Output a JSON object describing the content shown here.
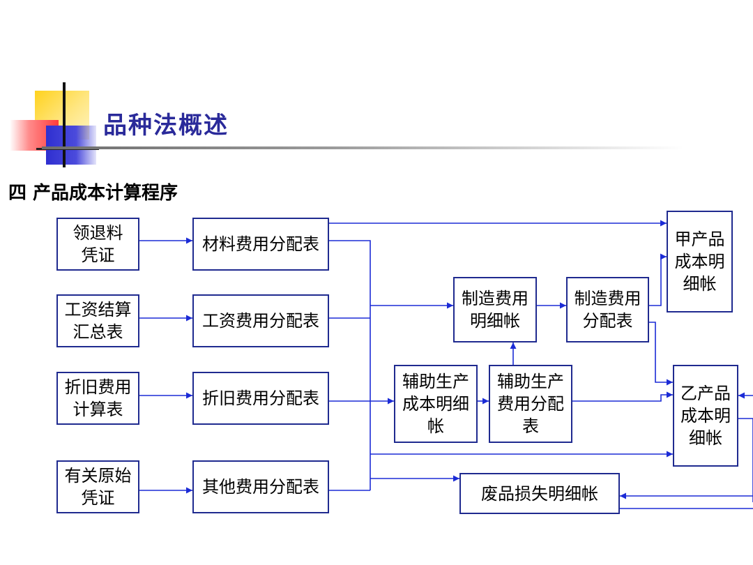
{
  "header": {
    "title": "品种法概述"
  },
  "section": {
    "subtitle": "四  产品成本计算程序"
  },
  "flowchart": {
    "source_docs": {
      "material_voucher": "领退料\n凭证",
      "wage_summary": "工资结算\n汇总表",
      "depreciation_calc": "折旧费用\n计算表",
      "original_voucher": "有关原始\n凭证"
    },
    "allocation_tables": {
      "material": "材料费用分配表",
      "wage": "工资费用分配表",
      "depreciation": "折旧费用分配表",
      "other": "其他费用分配表"
    },
    "overhead_ledger": "制造费用\n明细帐",
    "overhead_allocation": "制造费用\n分配表",
    "aux_ledger": "辅助生产\n成本明细\n帐",
    "aux_allocation": "辅助生产\n费用分配\n表",
    "product_a_ledger": "甲产品\n成本明\n细帐",
    "product_b_ledger": "乙产品\n成本明\n细帐",
    "scrap_ledger": "废品损失明细帐"
  },
  "colors": {
    "box_border": "#1f2a8f",
    "arrow": "#1b2bd6",
    "title": "#2a2a9a"
  }
}
